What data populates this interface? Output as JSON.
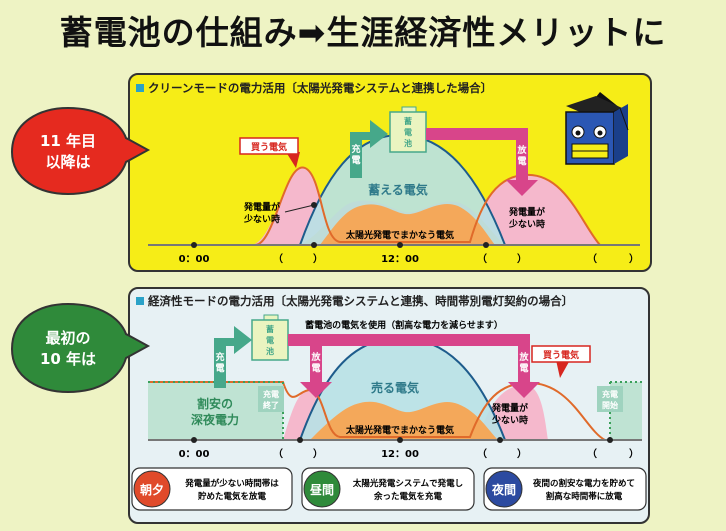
{
  "title": "蓄電池の仕組み➡生涯経済性メリットに",
  "callouts": {
    "after11": [
      "11 年目",
      "以降は"
    ],
    "first10": [
      "最初の",
      "10 年は"
    ]
  },
  "panel1": {
    "heading": "クリーンモードの電力活用〔太陽光発電システムと連携した場合〕",
    "buy_label": "買う電気",
    "low_gen_left": [
      "発電量が",
      "少ない時"
    ],
    "low_gen_right": [
      "発電量が",
      "少ない時"
    ],
    "charge_label": [
      "充",
      "電"
    ],
    "battery_label": [
      "蓄",
      "電",
      "池"
    ],
    "discharge_label": [
      "放",
      "電"
    ],
    "stored_label": "蓄える電気",
    "solar_label": "太陽光発電でまかなう電気",
    "times": [
      "0：00",
      "（",
      "）",
      "12：00",
      "（",
      "）",
      "（",
      "）"
    ]
  },
  "panel2": {
    "heading": "経済性モードの電力活用〔太陽光発電システムと連携、時間帯別電灯契約の場合〕",
    "use_label": "蓄電池の電気を使用（割高な電力を減らせます）",
    "charge_label": [
      "充",
      "電"
    ],
    "battery_label": [
      "蓄",
      "電",
      "池"
    ],
    "discharge_left": [
      "放",
      "電"
    ],
    "discharge_right": [
      "放",
      "電"
    ],
    "buy_label": "買う電気",
    "cheap_label": [
      "割安の",
      "深夜電力"
    ],
    "charge_end": [
      "充電",
      "終了"
    ],
    "charge_start": [
      "充電",
      "開始"
    ],
    "sell_label": "売る電気",
    "solar_label": "太陽光発電でまかなう電気",
    "low_gen": [
      "発電量が",
      "少ない時"
    ],
    "times": [
      "0：00",
      "（",
      "）",
      "12：00",
      "（",
      "）",
      "（",
      "）"
    ]
  },
  "legend": [
    {
      "tag": "朝夕",
      "text": [
        "発電量が少ない時間帯は",
        "貯めた電気を放電"
      ],
      "color": "#e04a2a"
    },
    {
      "tag": "昼間",
      "text": [
        "太陽光発電システムで発電し",
        "余った電気を充電"
      ],
      "color": "#2f8a3a"
    },
    {
      "tag": "夜間",
      "text": [
        "夜間の割安な電力を貯めて",
        "割高な時間帯に放電"
      ],
      "color": "#2c4aa0"
    }
  ],
  "colors": {
    "pink": "#f5b8cc",
    "magenta": "#d8458a",
    "orange": "#f4a85a",
    "teal": "#46a88a",
    "red": "#d7261f",
    "green": "#2f8a3a",
    "yellow": "#f6ed17"
  }
}
